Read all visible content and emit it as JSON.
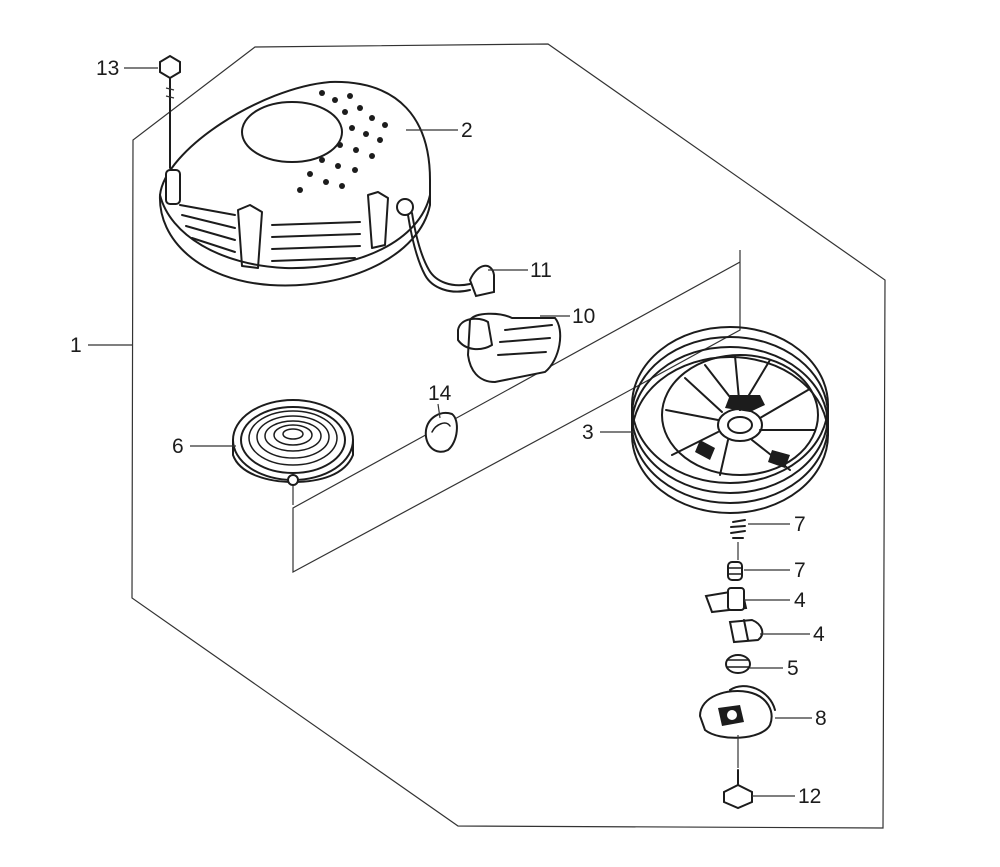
{
  "diagram": {
    "callouts": [
      {
        "id": "c13",
        "label": "13"
      },
      {
        "id": "c2",
        "label": "2"
      },
      {
        "id": "c11",
        "label": "11"
      },
      {
        "id": "c10",
        "label": "10"
      },
      {
        "id": "c1",
        "label": "1"
      },
      {
        "id": "c14",
        "label": "14"
      },
      {
        "id": "c6",
        "label": "6"
      },
      {
        "id": "c3",
        "label": "3"
      },
      {
        "id": "c7a",
        "label": "7"
      },
      {
        "id": "c7b",
        "label": "7"
      },
      {
        "id": "c4a",
        "label": "4"
      },
      {
        "id": "c4b",
        "label": "4"
      },
      {
        "id": "c5",
        "label": "5"
      },
      {
        "id": "c8",
        "label": "8"
      },
      {
        "id": "c12",
        "label": "12"
      }
    ]
  }
}
